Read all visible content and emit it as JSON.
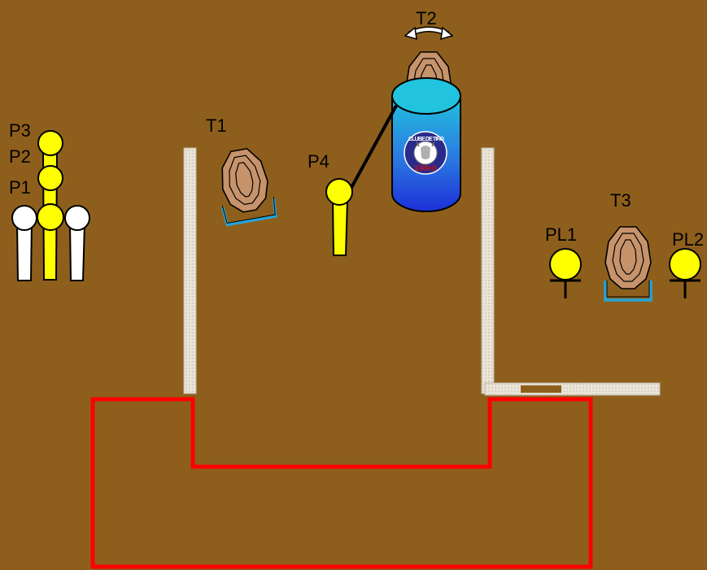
{
  "targets": {
    "t1": "T1",
    "t2": "T2",
    "t3": "T3"
  },
  "shooters": {
    "p1": "P1",
    "p2": "P2",
    "p3": "P3",
    "p4": "P4"
  },
  "no_shoots": {
    "pl1": "PL1",
    "pl2": "PL2"
  },
  "seal": {
    "top_text": "CLUBE DE TIRO",
    "bottom_text": "ERRO"
  },
  "colors": {
    "ground": "#8e5f1c",
    "shooter_yellow": "#ffff00",
    "shooter_white": "#ffffff",
    "target_tan": "#c7936b",
    "stand_blue": "#27a4d8",
    "barrel_top": "#22c3de",
    "barrel_bottom": "#1d2fd8",
    "wall": "#e8e2d8",
    "shooting_box": "#ff0000"
  }
}
